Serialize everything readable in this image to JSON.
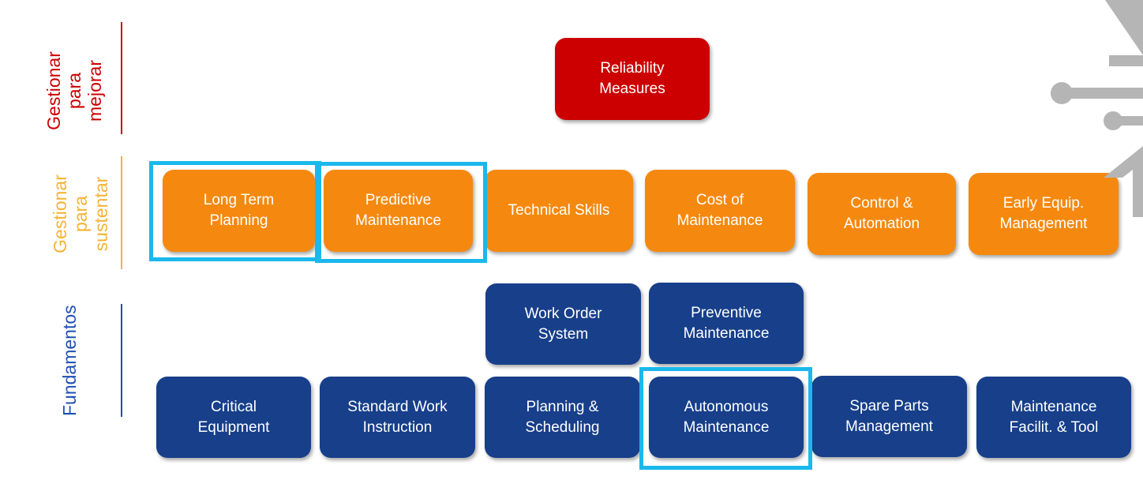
{
  "sections": {
    "mejorar": {
      "lines": [
        "Gestionar",
        "para",
        "mejorar"
      ],
      "color": "#cc0000"
    },
    "sustentar": {
      "lines": [
        "Gestionar",
        "para",
        "sustentar"
      ],
      "color": "#f5b335"
    },
    "fundamentos": {
      "lines": [
        "Fundamentos"
      ],
      "color": "#1f4fb5"
    }
  },
  "boxes": {
    "reliability_measures": [
      "Reliability",
      "Measures"
    ],
    "long_term_planning": [
      "Long Term",
      "Planning"
    ],
    "predictive_maintenance": [
      "Predictive",
      "Maintenance"
    ],
    "technical_skills": [
      "Technical Skills"
    ],
    "cost_of_maintenance": [
      "Cost of",
      "Maintenance"
    ],
    "control_automation": [
      "Control &",
      "Automation"
    ],
    "early_equip_management": [
      "Early Equip.",
      "Management"
    ],
    "work_order_system": [
      "Work Order",
      "System"
    ],
    "preventive_maintenance": [
      "Preventive",
      "Maintenance"
    ],
    "critical_equipment": [
      "Critical",
      "Equipment"
    ],
    "standard_work_instruction": [
      "Standard Work",
      "Instruction"
    ],
    "planning_scheduling": [
      "Planning &",
      "Scheduling"
    ],
    "autonomous_maintenance": [
      "Autonomous",
      "Maintenance"
    ],
    "spare_parts_management": [
      "Spare Parts",
      "Management"
    ],
    "maintenance_facilit_tool": [
      "Maintenance",
      "Facilit. & Tool"
    ]
  },
  "colors": {
    "red": "#cc0000",
    "orange": "#f5890f",
    "blue": "#173f8a",
    "highlight": "#1ab8ec",
    "decoration": "#b5b5b5"
  }
}
